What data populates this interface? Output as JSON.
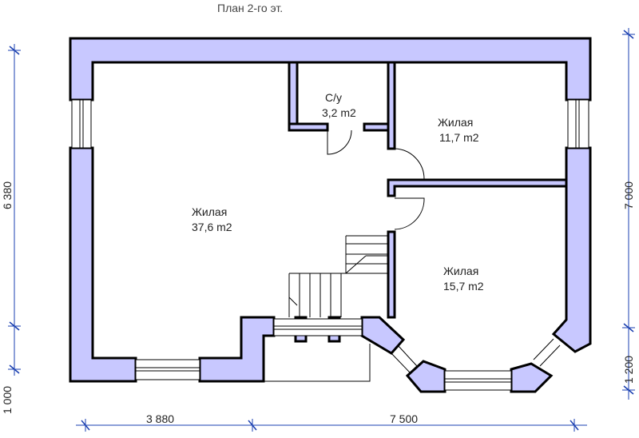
{
  "title": "План 2-го эт.",
  "rooms": [
    {
      "name": "Жилая",
      "area": "37,6 m2"
    },
    {
      "name": "С/у",
      "area": "3,2 m2"
    },
    {
      "name": "Жилая",
      "area": "11,7 m2"
    },
    {
      "name": "Жилая",
      "area": "15,7 m2"
    }
  ],
  "dimensions": {
    "bottom_left": "3 880",
    "bottom_right": "7 500",
    "left_main": "6 380",
    "left_lower": "1 000",
    "right_main": "7 000",
    "right_lower": "1 200"
  },
  "colors": {
    "wall_fill": "#c8c8ff",
    "dimension_line": "#1a3fb0"
  }
}
